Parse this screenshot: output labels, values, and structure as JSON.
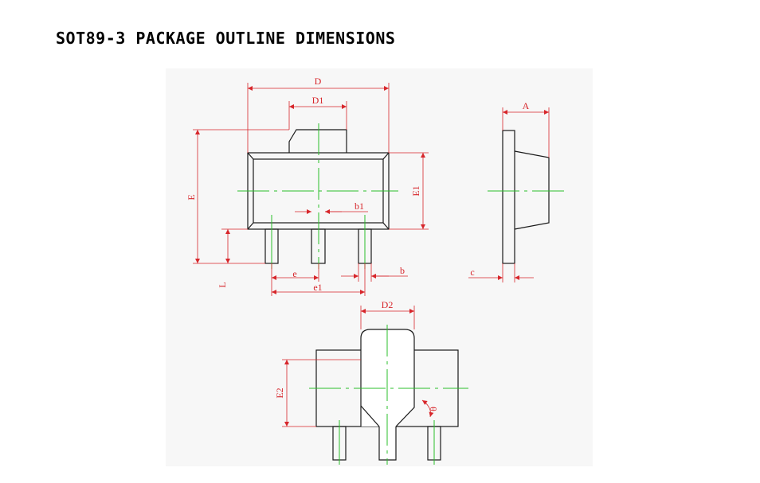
{
  "page": {
    "title": "SOT89-3 PACKAGE OUTLINE DIMENSIONS"
  },
  "labels": {
    "D": "D",
    "D1": "D1",
    "A": "A",
    "E": "E",
    "E1": "E1",
    "b1": "b1",
    "b": "b",
    "c": "c",
    "L": "L",
    "e": "e",
    "e1": "e1",
    "D2": "D2",
    "E2": "E2",
    "theta": "θ"
  },
  "colors": {
    "outline": "#1a1a1a",
    "dimension": "#d7262b",
    "centerline": "#2bbf2b"
  }
}
